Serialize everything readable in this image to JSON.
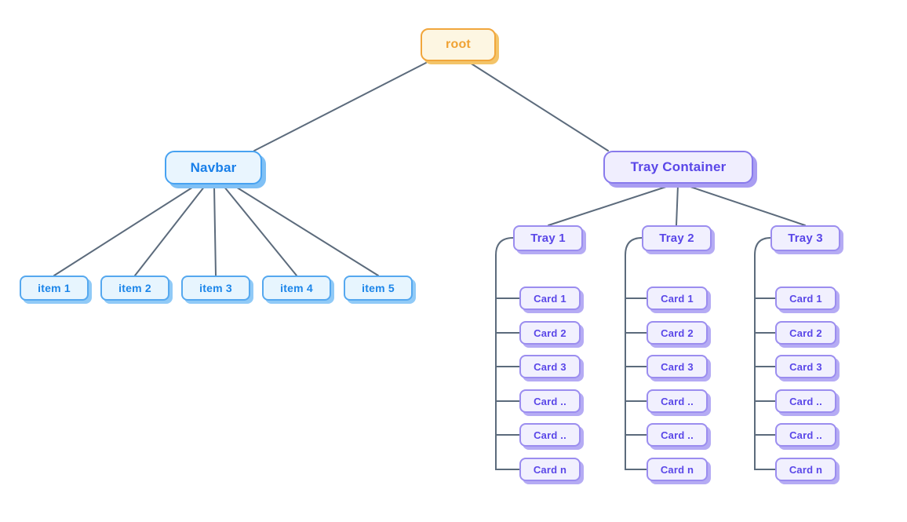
{
  "diagram": {
    "root": {
      "label": "root"
    },
    "navbar": {
      "label": "Navbar",
      "items": [
        {
          "label": "item 1"
        },
        {
          "label": "item 2"
        },
        {
          "label": "item 3"
        },
        {
          "label": "item 4"
        },
        {
          "label": "item 5"
        }
      ]
    },
    "tray_container": {
      "label": "Tray Container",
      "trays": [
        {
          "label": "Tray 1",
          "cards": [
            "Card 1",
            "Card 2",
            "Card 3",
            "Card ..",
            "Card ..",
            "Card n"
          ]
        },
        {
          "label": "Tray 2",
          "cards": [
            "Card 1",
            "Card 2",
            "Card 3",
            "Card ..",
            "Card ..",
            "Card n"
          ]
        },
        {
          "label": "Tray 3",
          "cards": [
            "Card 1",
            "Card 2",
            "Card 3",
            "Card ..",
            "Card ..",
            "Card n"
          ]
        }
      ]
    }
  },
  "colors": {
    "background": "#ffffff",
    "connector": "#5c6b7c",
    "root_node": {
      "fill": "#fdf6e2",
      "border": "#f1a63c",
      "text": "#f0a233",
      "shadow": "#f3c469"
    },
    "navbar_node": {
      "fill": "#e9f5fe",
      "border": "#47a2f1",
      "text": "#187fe9",
      "shadow": "#7fc0f5"
    },
    "item_node": {
      "fill": "#e7f5fe",
      "border": "#55a8ef",
      "text": "#1b85e9",
      "shadow": "#90caf7"
    },
    "tray_container_node": {
      "fill": "#f0eefe",
      "border": "#887aec",
      "text": "#5a47e8",
      "shadow": "#a99df2"
    },
    "tray_node": {
      "fill": "#f1f0fe",
      "border": "#9b8def",
      "text": "#5a47e8",
      "shadow": "#b5abf4"
    }
  }
}
